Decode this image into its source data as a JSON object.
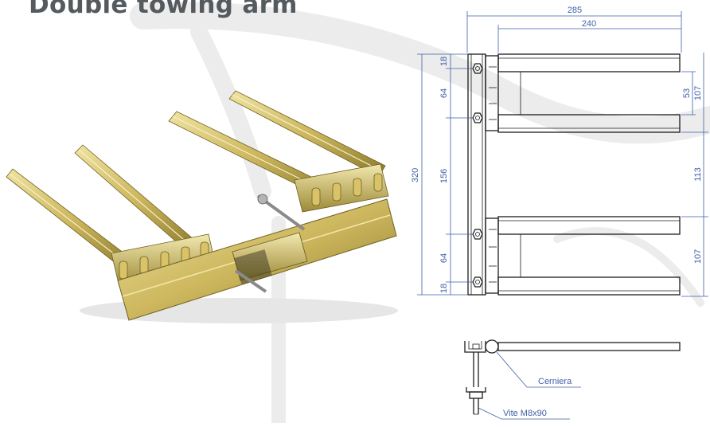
{
  "title": "Double towing arm",
  "dimensions": {
    "overall_width": "285",
    "arm_length": "240",
    "overall_height": "320",
    "left_top_offset": "18",
    "left_upper_spacing": "64",
    "left_middle_gap": "156",
    "left_lower_spacing": "64",
    "left_bottom_offset": "18",
    "right_top_total": "107",
    "right_top_inner": "53",
    "right_middle": "113",
    "right_bottom_total": "107"
  },
  "callouts": {
    "hinge": "Cerniera",
    "screw": "Vite M8x90"
  },
  "colors": {
    "title": "#555a5e",
    "dimension": "#3e5fa6",
    "metal_light": "#dcca74",
    "metal_dark": "#8a7a2c",
    "ghost_background": "#ececec"
  }
}
